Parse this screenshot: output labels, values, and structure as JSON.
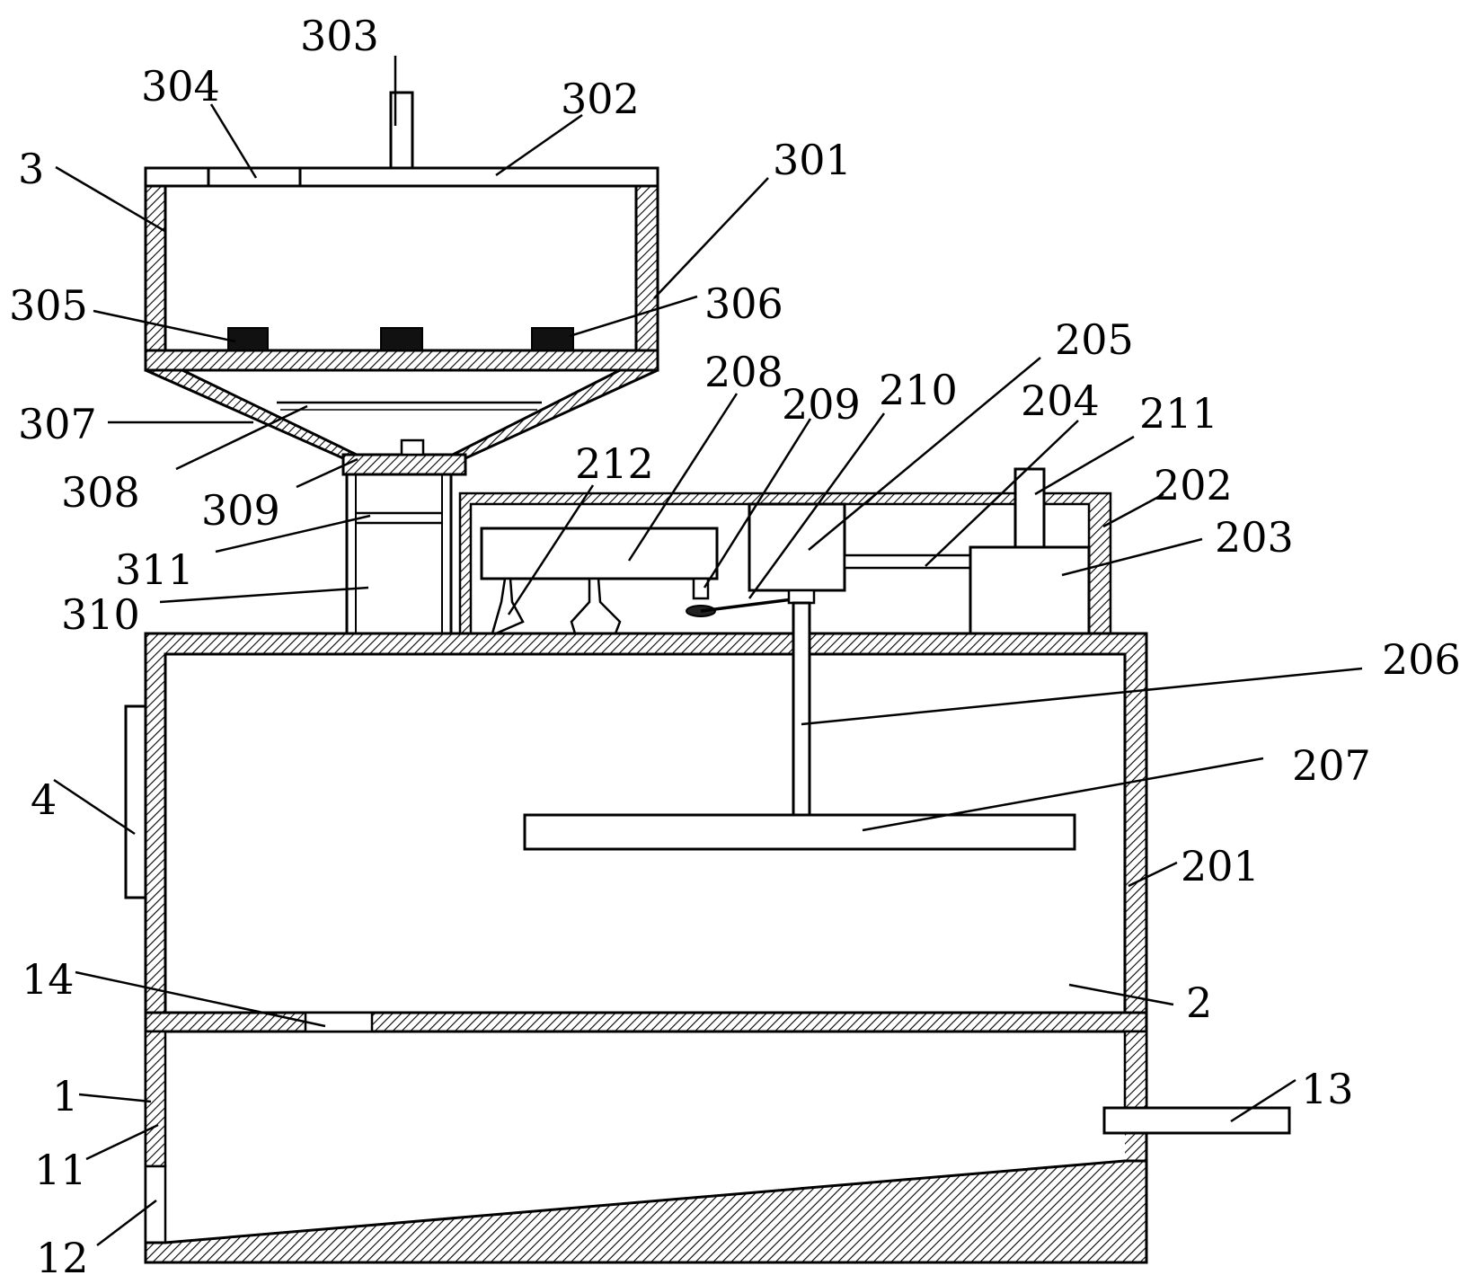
{
  "labels": {
    "l1": "1",
    "l2": "2",
    "l3": "3",
    "l4": "4",
    "l11": "11",
    "l12": "12",
    "l13": "13",
    "l14": "14",
    "l201": "201",
    "l202": "202",
    "l203": "203",
    "l204": "204",
    "l205": "205",
    "l206": "206",
    "l207": "207",
    "l208": "208",
    "l209": "209",
    "l210": "210",
    "l211": "211",
    "l212": "212",
    "l301": "301",
    "l302": "302",
    "l303": "303",
    "l304": "304",
    "l305": "305",
    "l306": "306",
    "l307": "307",
    "l308": "308",
    "l309": "309",
    "l310": "310",
    "l311": "311"
  },
  "colors": {
    "line": "#000000",
    "background": "#ffffff"
  }
}
